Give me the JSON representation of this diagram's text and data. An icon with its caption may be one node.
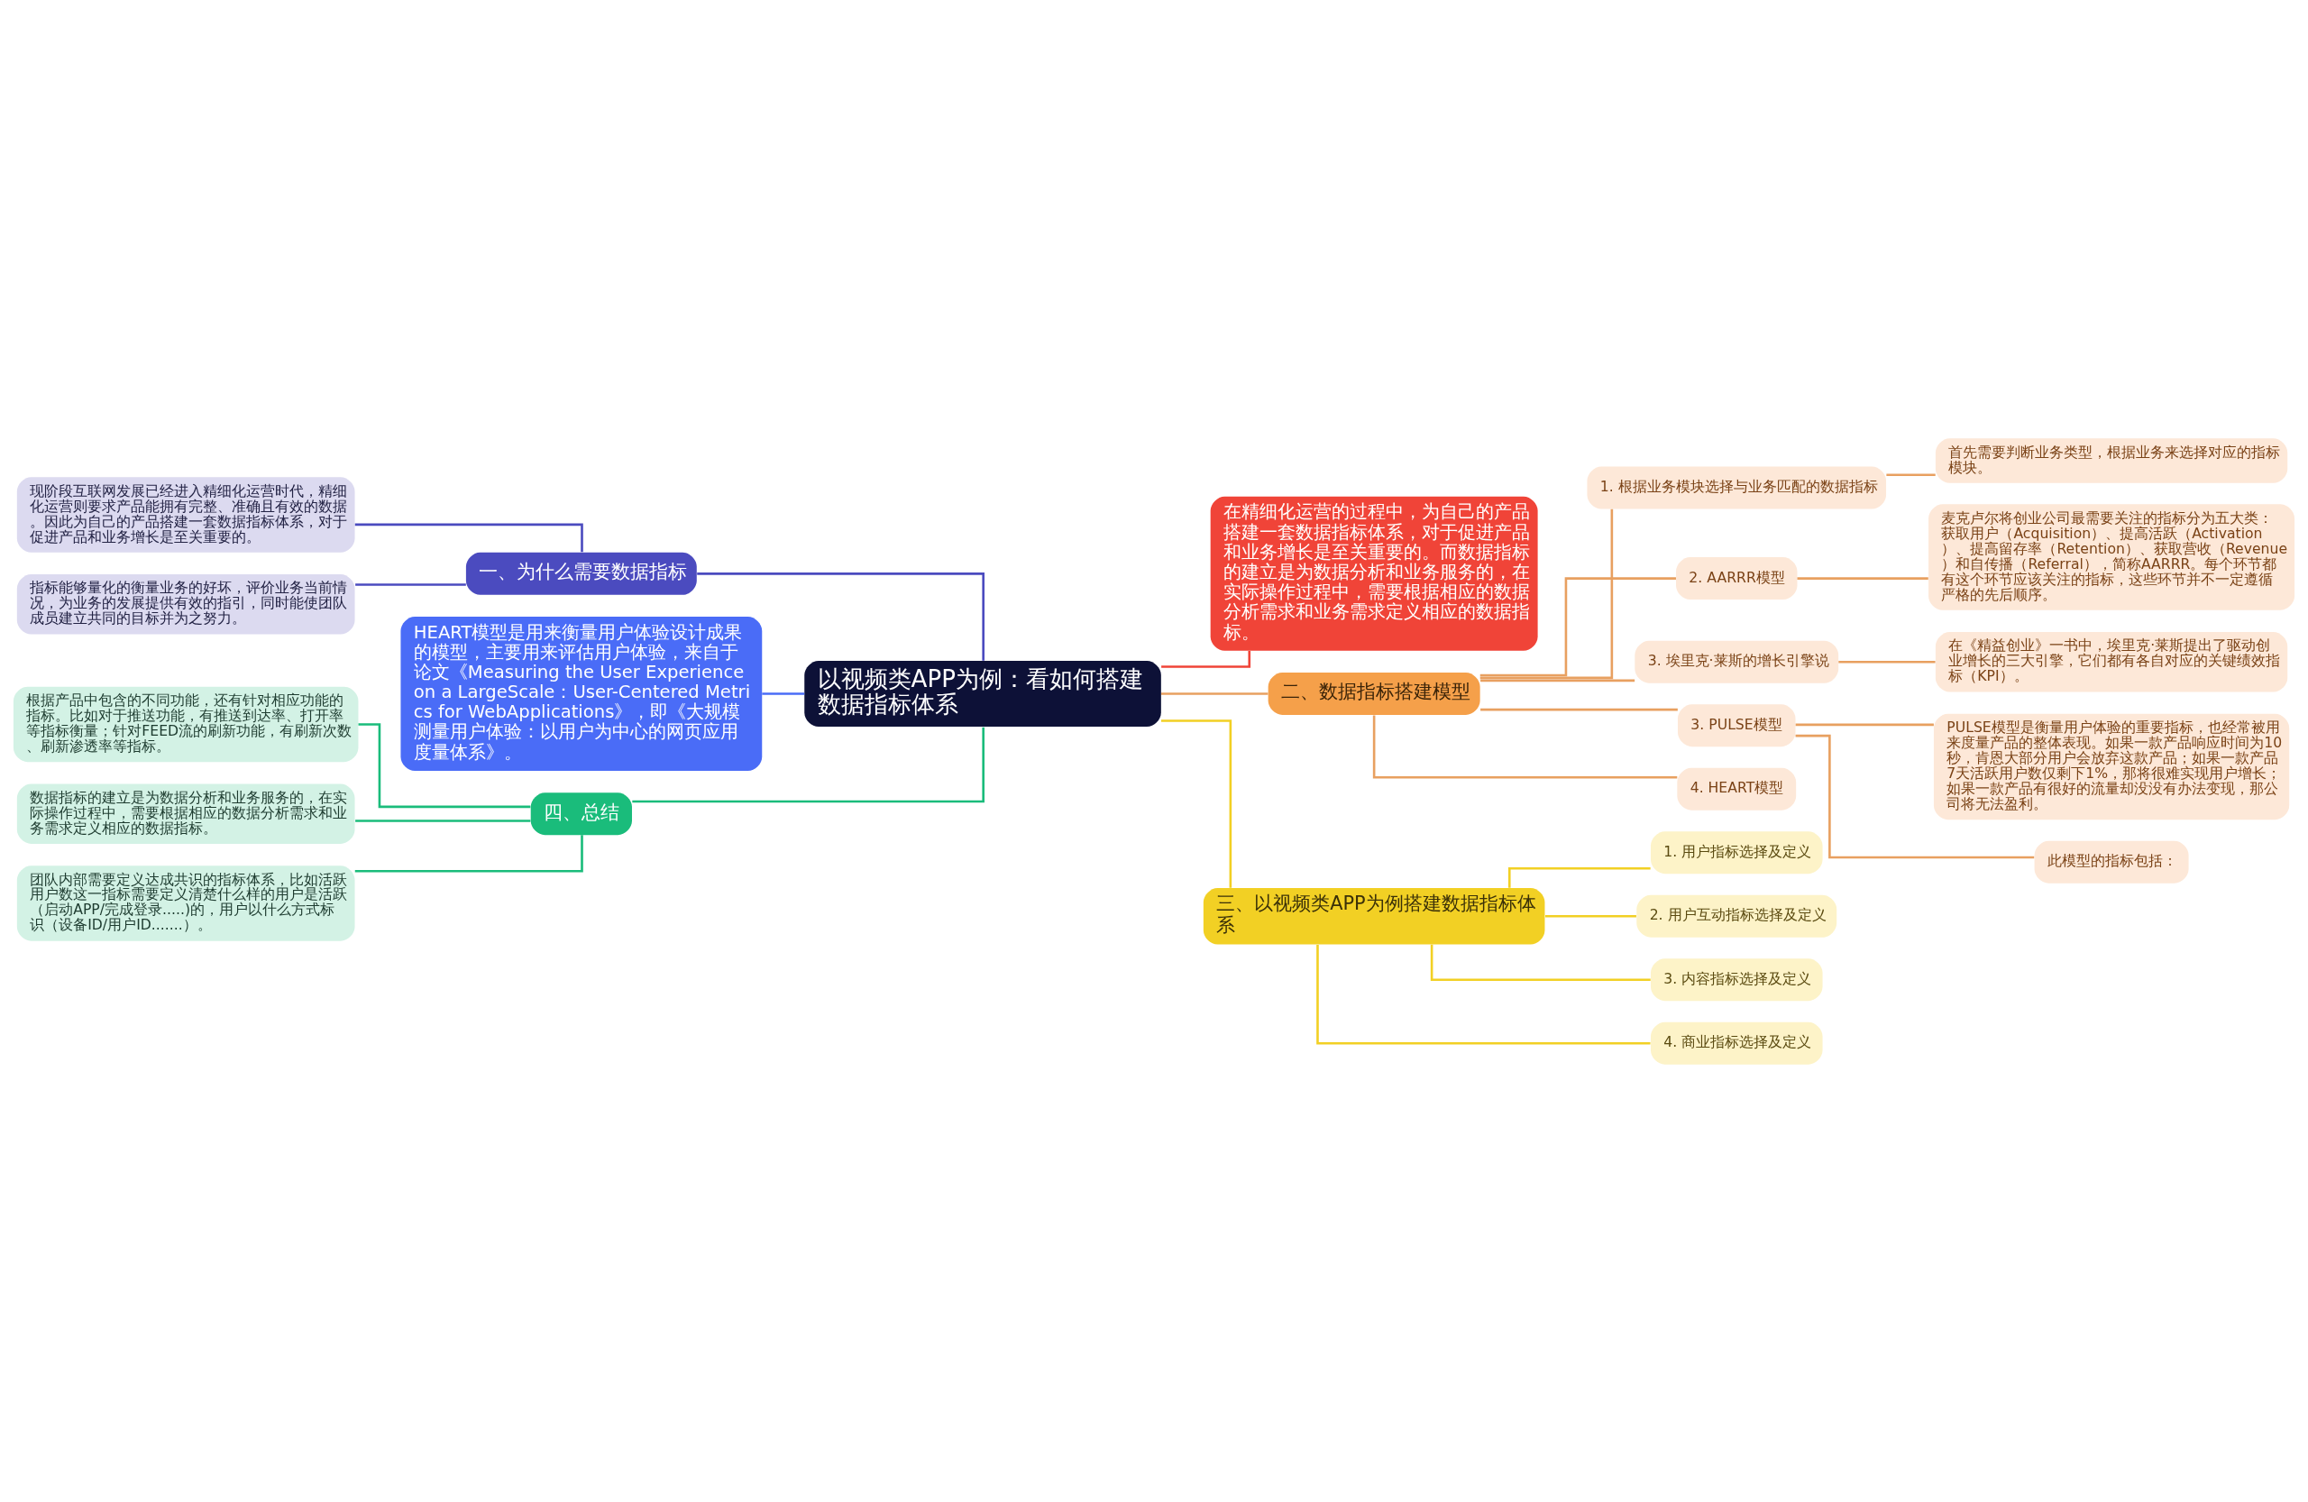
{
  "diagram": {
    "nodes": [
      {
        "text": [
          "以视频类APP为例：看如何搭建数据指标体系"
        ]
      },
      {
        "text": [
          "一、为什么需要数据指标"
        ]
      },
      {
        "text": [
          "现阶段互联网发展已经进入精细化运营时代，精细化运营则要求产品能拥有完整、准确且有效的数据。因此为自己的产品搭建一套数据指标体系，对于促进产品和业务增长是至关重要的。"
        ]
      },
      {
        "text": [
          "指标能够量化的衡量业务的好坏，评价业务当前情况，为业务的发展提供有效的指引，同时能使团队成员建立共同的目标并为之努力。"
        ]
      },
      {
        "text": [
          "HEART模型是用来衡量用户体验设计成果的模型，主要用来评估用户体验，来自于论文《Measuring the User Experience on a LargeScale：User-Centered Metrics for WebApplications》，即《大规模测量用户体验：以用户为中心的网页应用度量体系》。"
        ]
      },
      {
        "text": [
          "四、总结"
        ]
      },
      {
        "text": [
          "根据产品中包含的不同功能，还有针对相应功能的指标。比如对于推送功能，有推送到达率、打开率等指标衡量；针对FEED流的刷新功能，有刷新次数、刷新渗透率等指标。"
        ]
      },
      {
        "text": [
          "数据指标的建立是为数据分析和业务服务的，在实际操作过程中，需要根据相应的数据分析需求和业务需求定义相应的数据指标。"
        ]
      },
      {
        "text": [
          "团队内部需要定义达成共识的指标体系，比如活跃用户数这一指标需要定义清楚什么样的用户是活跃（启动APP/完成登录.....)的，用户以什么方式标识（设备ID/用户ID.......）。"
        ]
      },
      {
        "text": [
          "在精细化运营的过程中，为自己的产品搭建一套数据指标体系，对于促进产品和业务增长是至关重要的。而数据指标的建立是为数据分析和业务服务的，在实际操作过程中，需要根据相应的数据分析需求和业务需求定义相应的数据指标。"
        ]
      },
      {
        "text": [
          "二、数据指标搭建模型"
        ]
      },
      {
        "text": [
          "1. 根据业务模块选择与业务匹配的数据指标"
        ]
      },
      {
        "text": [
          "首先需要判断业务类型，根据业务来选择对应的指标模块。"
        ]
      },
      {
        "text": [
          "2. AARRR模型"
        ]
      },
      {
        "text": [
          "麦克卢尔将创业公司最需要关注的指标分为五大类：获取用户（Acquisition）、提高活跃（Activation）、提高留存率（Retention）、获取营收（Revenue）和自传播（Referral），简称AARRR。每个环节都有这个环节应该关注的指标，这些环节并不一定遵循严格的先后顺序。"
        ]
      },
      {
        "text": [
          "3. 埃里克·莱斯的增长引擎说"
        ]
      },
      {
        "text": [
          "在《精益创业》一书中，埃里克·莱斯提出了驱动创业增长的三大引擎，它们都有各自对应的关键绩效指标（KPI）。"
        ]
      },
      {
        "text": [
          "3. PULSE模型"
        ]
      },
      {
        "text": [
          "PULSE模型是衡量用户体验的重要指标，也经常被用来度量产品的整体表现。如果一款产品响应时间为10秒，肯恩大部分用户会放弃这款产品；如果一款产品7天活跃用户数仅剩下1%，那将很难实现用户增长；如果一款产品有很好的流量却没没有办法变现，那公司将无法盈利。"
        ]
      },
      {
        "text": [
          "此模型的指标包括："
        ]
      },
      {
        "text": [
          "4. HEART模型"
        ]
      },
      {
        "text": [
          "三、以视频类APP为例搭建数据指标体系"
        ]
      },
      {
        "text": [
          "1. 用户指标选择及定义"
        ]
      },
      {
        "text": [
          "2. 用户互动指标选择及定义"
        ]
      },
      {
        "text": [
          "3. 内容指标选择及定义"
        ]
      },
      {
        "text": [
          "4. 商业指标选择及定义"
        ]
      }
    ],
    "edges": [
      {
        "from": 0,
        "to": 1,
        "arrow": "none",
        "color": "#4b4bbf"
      },
      {
        "from": 1,
        "to": 2,
        "arrow": "none",
        "color": "#4b4bbf"
      },
      {
        "from": 1,
        "to": 3,
        "arrow": "none",
        "color": "#4b4bbf"
      },
      {
        "from": 0,
        "to": 4,
        "arrow": "none",
        "color": "#4a6cf7"
      },
      {
        "from": 0,
        "to": 5,
        "arrow": "none",
        "color": "#1abc7b"
      },
      {
        "from": 5,
        "to": 6,
        "arrow": "none",
        "color": "#1abc7b"
      },
      {
        "from": 5,
        "to": 7,
        "arrow": "none",
        "color": "#1abc7b"
      },
      {
        "from": 5,
        "to": 8,
        "arrow": "none",
        "color": "#1abc7b"
      },
      {
        "from": 0,
        "to": 9,
        "arrow": "none",
        "color": "#f04438"
      },
      {
        "from": 0,
        "to": 10,
        "arrow": "none"
      },
      {
        "from": 10,
        "to": 11,
        "arrow": "none"
      },
      {
        "from": 11,
        "to": 12,
        "arrow": "none"
      },
      {
        "from": 10,
        "to": 13,
        "arrow": "none"
      },
      {
        "from": 13,
        "to": 14,
        "arrow": "none"
      },
      {
        "from": 10,
        "to": 15,
        "arrow": "none"
      },
      {
        "from": 15,
        "to": 16,
        "arrow": "none"
      },
      {
        "from": 10,
        "to": 17,
        "arrow": "none"
      },
      {
        "from": 17,
        "to": 18,
        "arrow": "none"
      },
      {
        "from": 17,
        "to": 19,
        "arrow": "none"
      },
      {
        "from": 10,
        "to": 20,
        "arrow": "none"
      },
      {
        "from": 0,
        "to": 21,
        "arrow": "none",
        "color": "#f2d024"
      },
      {
        "from": 21,
        "to": 22,
        "arrow": "none",
        "color": "#f2d024"
      },
      {
        "from": 21,
        "to": 23,
        "arrow": "none",
        "color": "#f2d024"
      },
      {
        "from": 21,
        "to": 24,
        "arrow": "none",
        "color": "#f2d024"
      },
      {
        "from": 21,
        "to": 25,
        "arrow": "none",
        "color": "#f2d024"
      }
    ]
  }
}
